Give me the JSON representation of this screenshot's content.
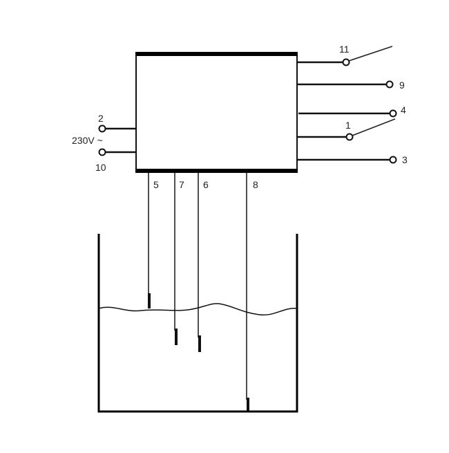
{
  "diagram": {
    "supply_label": "230V ~",
    "terminals": {
      "t1": "1",
      "t2": "2",
      "t3": "3",
      "t4": "4",
      "t5": "5",
      "t6": "6",
      "t7": "7",
      "t8": "8",
      "t9": "9",
      "t10": "10",
      "t11": "11"
    }
  }
}
